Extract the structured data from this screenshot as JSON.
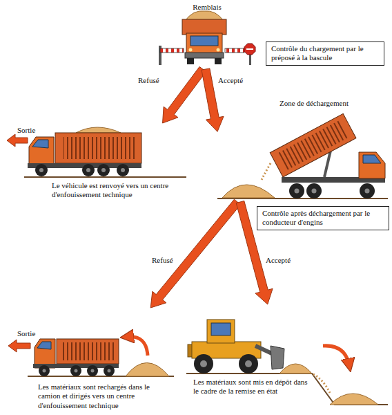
{
  "diagram": {
    "nodes": [
      {
        "text": [
          "Remblais"
        ]
      },
      {
        "text": [
          "Contrôle du chargement par le préposé à la bascule"
        ]
      },
      {
        "text": [
          "Sortie",
          "Le véhicule est renvoyé vers un centre d'enfouissement technique"
        ]
      },
      {
        "text": [
          "Zone de déchargement"
        ]
      },
      {
        "text": [
          "Contrôle après déchargement par le conducteur d'engins"
        ]
      },
      {
        "text": [
          "Sortie",
          "Les matériaux sont rechargés dans le camion et dirigés vers un centre d'enfouissement technique"
        ]
      },
      {
        "text": [
          "Les matériaux sont mis en dépôt dans le cadre de la remise en état"
        ]
      }
    ],
    "edges": [
      {
        "from": 0,
        "to": 2,
        "label": "Refusé",
        "arrow": "to"
      },
      {
        "from": 0,
        "to": 3,
        "label": "Accepté",
        "arrow": "to"
      },
      {
        "from": 3,
        "to": 5,
        "label": "Refusé",
        "arrow": "to"
      },
      {
        "from": 3,
        "to": 6,
        "label": "Accepté",
        "arrow": "to"
      }
    ]
  }
}
